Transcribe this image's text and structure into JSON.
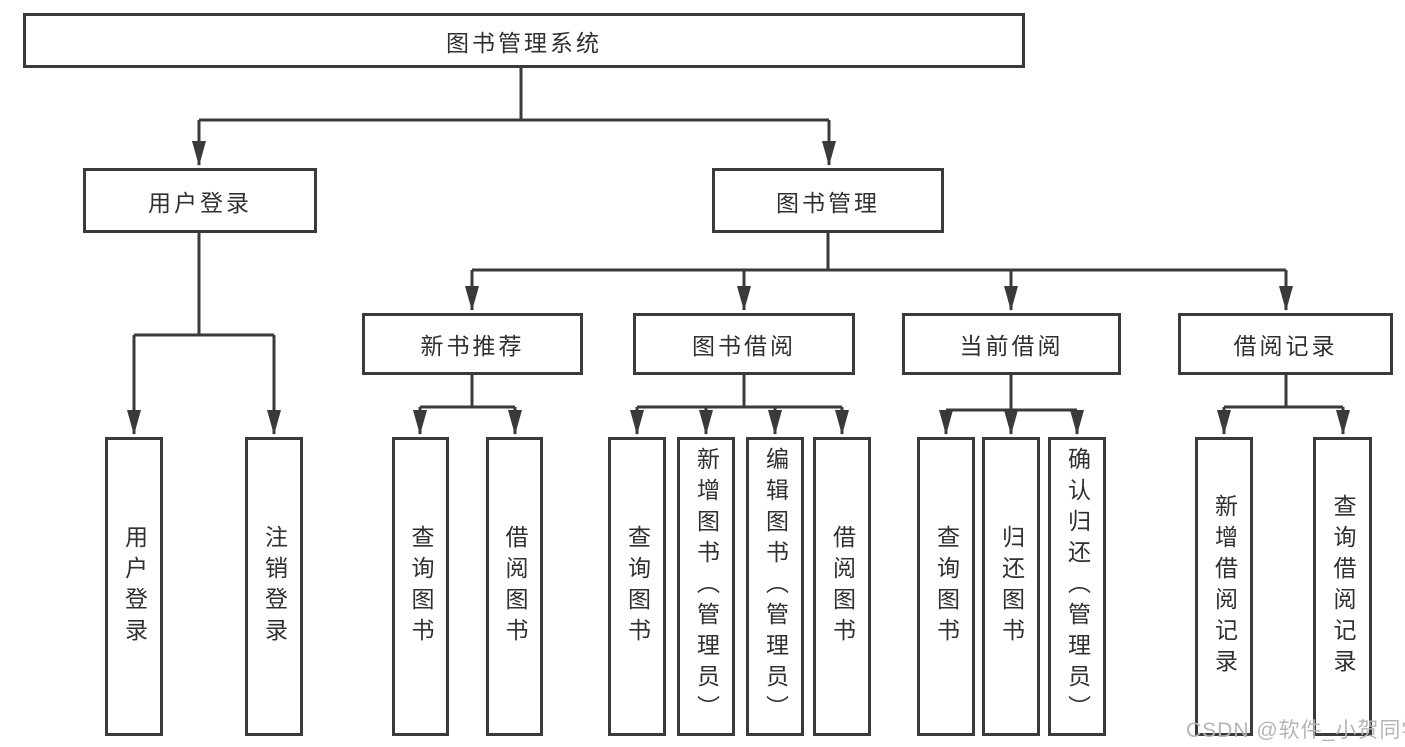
{
  "tree": {
    "root": {
      "label": "图书管理系统"
    },
    "branches": [
      {
        "label": "用户登录",
        "children": [
          {
            "label": "用户登录"
          },
          {
            "label": "注销登录"
          }
        ]
      },
      {
        "label": "图书管理",
        "children": [
          {
            "label": "新书推荐",
            "children": [
              {
                "label": "查询图书"
              },
              {
                "label": "借阅图书"
              }
            ]
          },
          {
            "label": "图书借阅",
            "children": [
              {
                "label": "查询图书"
              },
              {
                "label": "新增图书（管理员）"
              },
              {
                "label": "编辑图书（管理员）"
              },
              {
                "label": "借阅图书"
              }
            ]
          },
          {
            "label": "当前借阅",
            "children": [
              {
                "label": "查询图书"
              },
              {
                "label": "归还图书"
              },
              {
                "label": "确认归还（管理员）"
              }
            ]
          },
          {
            "label": "借阅记录",
            "children": [
              {
                "label": "新增借阅记录"
              },
              {
                "label": "查询借阅记录"
              }
            ]
          }
        ]
      }
    ]
  },
  "watermark": "CSDN @软件_小贺同学",
  "colors": {
    "line": "#3a3a3a",
    "text": "#303030",
    "watermark": "#b5b5b5",
    "background": "#ffffff"
  }
}
